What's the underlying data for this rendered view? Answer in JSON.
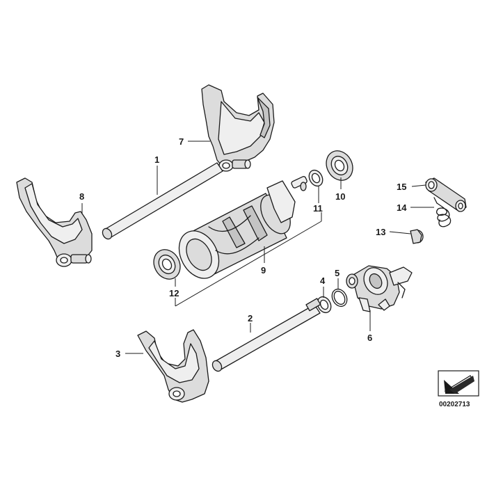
{
  "callouts": {
    "c1": "1",
    "c2": "2",
    "c3": "3",
    "c4": "4",
    "c5": "5",
    "c6": "6",
    "c7": "7",
    "c8": "8",
    "c9": "9",
    "c10": "10",
    "c11": "11",
    "c12": "12",
    "c13": "13",
    "c14": "14",
    "c15": "15"
  },
  "reference_number": "00202713",
  "colors": {
    "line": "#1a1a1a",
    "shade_light": "#efefef",
    "shade": "#dcdcdc",
    "shade_dark": "#c4c4c4",
    "background": "#ffffff"
  },
  "icons": {
    "orientation_mark": "arrow-box-icon"
  }
}
